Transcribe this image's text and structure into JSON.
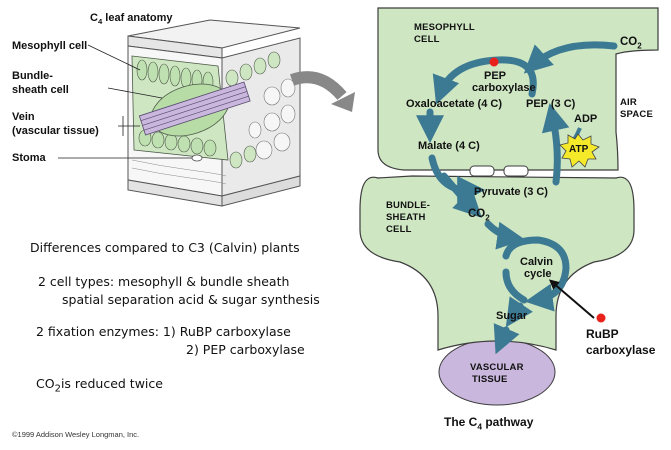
{
  "leaf": {
    "title_pre": "C",
    "title_sub": "4",
    "title_post": " leaf anatomy",
    "labels": {
      "mesophyll": "Mesophyll cell",
      "bundle_line1": "Bundle-",
      "bundle_line2": "sheath cell",
      "vein_line1": "Vein",
      "vein_line2": "(vascular tissue)",
      "stoma": "Stoma"
    }
  },
  "notes": {
    "heading": "Differences compared to C3 (Calvin) plants",
    "cell_types": "2 cell types:  mesophyll & bundle sheath",
    "spatial": "spatial separation acid & sugar synthesis",
    "enzymes_1": "2 fixation enzymes: 1) RuBP carboxylase",
    "enzymes_2": "2) PEP carboxylase",
    "co2_pre": "CO",
    "co2_sub": "2",
    "co2_post": "is reduced twice"
  },
  "pathway": {
    "mesophyll_line1": "MESOPHYLL",
    "mesophyll_line2": "CELL",
    "co2_top_pre": "CO",
    "co2_top_sub": "2",
    "pep_carboxylase_line1": "PEP",
    "pep_carboxylase_line2": "carboxylase",
    "oxaloacetate": "Oxaloacetate (4 C)",
    "pep3c": "PEP (3 C)",
    "adp": "ADP",
    "atp": "ATP",
    "air_line1": "AIR",
    "air_line2": "SPACE",
    "malate": "Malate (4 C)",
    "pyruvate": "Pyruvate (3 C)",
    "bundle_line1": "BUNDLE-",
    "bundle_line2": "SHEATH",
    "bundle_line3": "CELL",
    "co2_inner_pre": "CO",
    "co2_inner_sub": "2",
    "calvin_line1": "Calvin",
    "calvin_line2": "cycle",
    "sugar": "Sugar",
    "rubp_line1": "RuBP",
    "rubp_line2": "carboxylase",
    "vascular_line1": "VASCULAR",
    "vascular_line2": "TISSUE",
    "caption_pre": "The C",
    "caption_sub": "4",
    "caption_post": " pathway"
  },
  "copyright": "©1999 Addison Wesley Longman, Inc.",
  "colors": {
    "cell_green": "#cfe6c3",
    "cell_outline": "#4c5a48",
    "arrow_teal": "#3c7a93",
    "vascular_purple": "#c9b7dd",
    "atp_yellow": "#f4ea2a",
    "enzyme_dot": "#e8211a"
  }
}
